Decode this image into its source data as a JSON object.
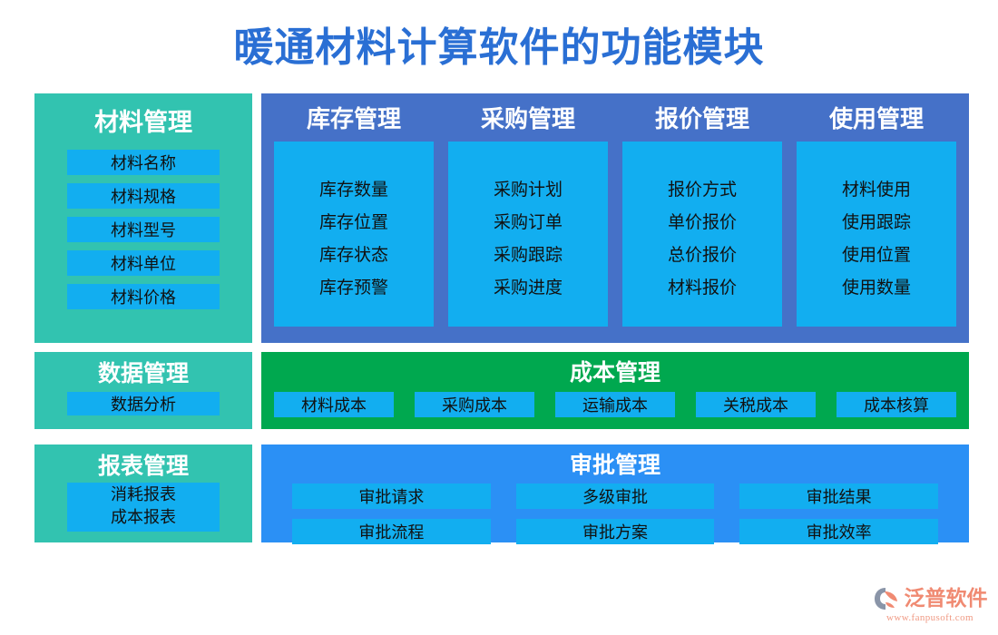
{
  "title": "暖通材料计算软件的功能模块",
  "colors": {
    "title_blue": "#2a6fd4",
    "teal_panel": "#32c3b0",
    "blue_panel": "#4571c8",
    "cyan_chip": "#12aef0",
    "green_panel": "#00a84f",
    "approval_blue": "#2b90f5",
    "logo_orange": "#f08a72"
  },
  "material": {
    "title": "材料管理",
    "items": [
      "材料名称",
      "材料规格",
      "材料型号",
      "材料单位",
      "材料价格"
    ]
  },
  "operations": {
    "columns": [
      {
        "title": "库存管理",
        "items": [
          "库存数量",
          "库存位置",
          "库存状态",
          "库存预警"
        ]
      },
      {
        "title": "采购管理",
        "items": [
          "采购计划",
          "采购订单",
          "采购跟踪",
          "采购进度"
        ]
      },
      {
        "title": "报价管理",
        "items": [
          "报价方式",
          "单价报价",
          "总价报价",
          "材料报价"
        ]
      },
      {
        "title": "使用管理",
        "items": [
          "材料使用",
          "使用跟踪",
          "使用位置",
          "使用数量"
        ]
      }
    ]
  },
  "data_management": {
    "title": "数据管理",
    "items": [
      "数据分析"
    ]
  },
  "cost_management": {
    "title": "成本管理",
    "items": [
      "材料成本",
      "采购成本",
      "运输成本",
      "关税成本",
      "成本核算"
    ]
  },
  "report_management": {
    "title": "报表管理",
    "items": [
      "消耗报表",
      "成本报表"
    ]
  },
  "approval_management": {
    "title": "审批管理",
    "items": [
      "审批请求",
      "多级审批",
      "审批结果",
      "审批流程",
      "审批方案",
      "审批效率"
    ]
  },
  "logo": {
    "name": "泛普软件",
    "url": "www.fanpusoft.com"
  }
}
